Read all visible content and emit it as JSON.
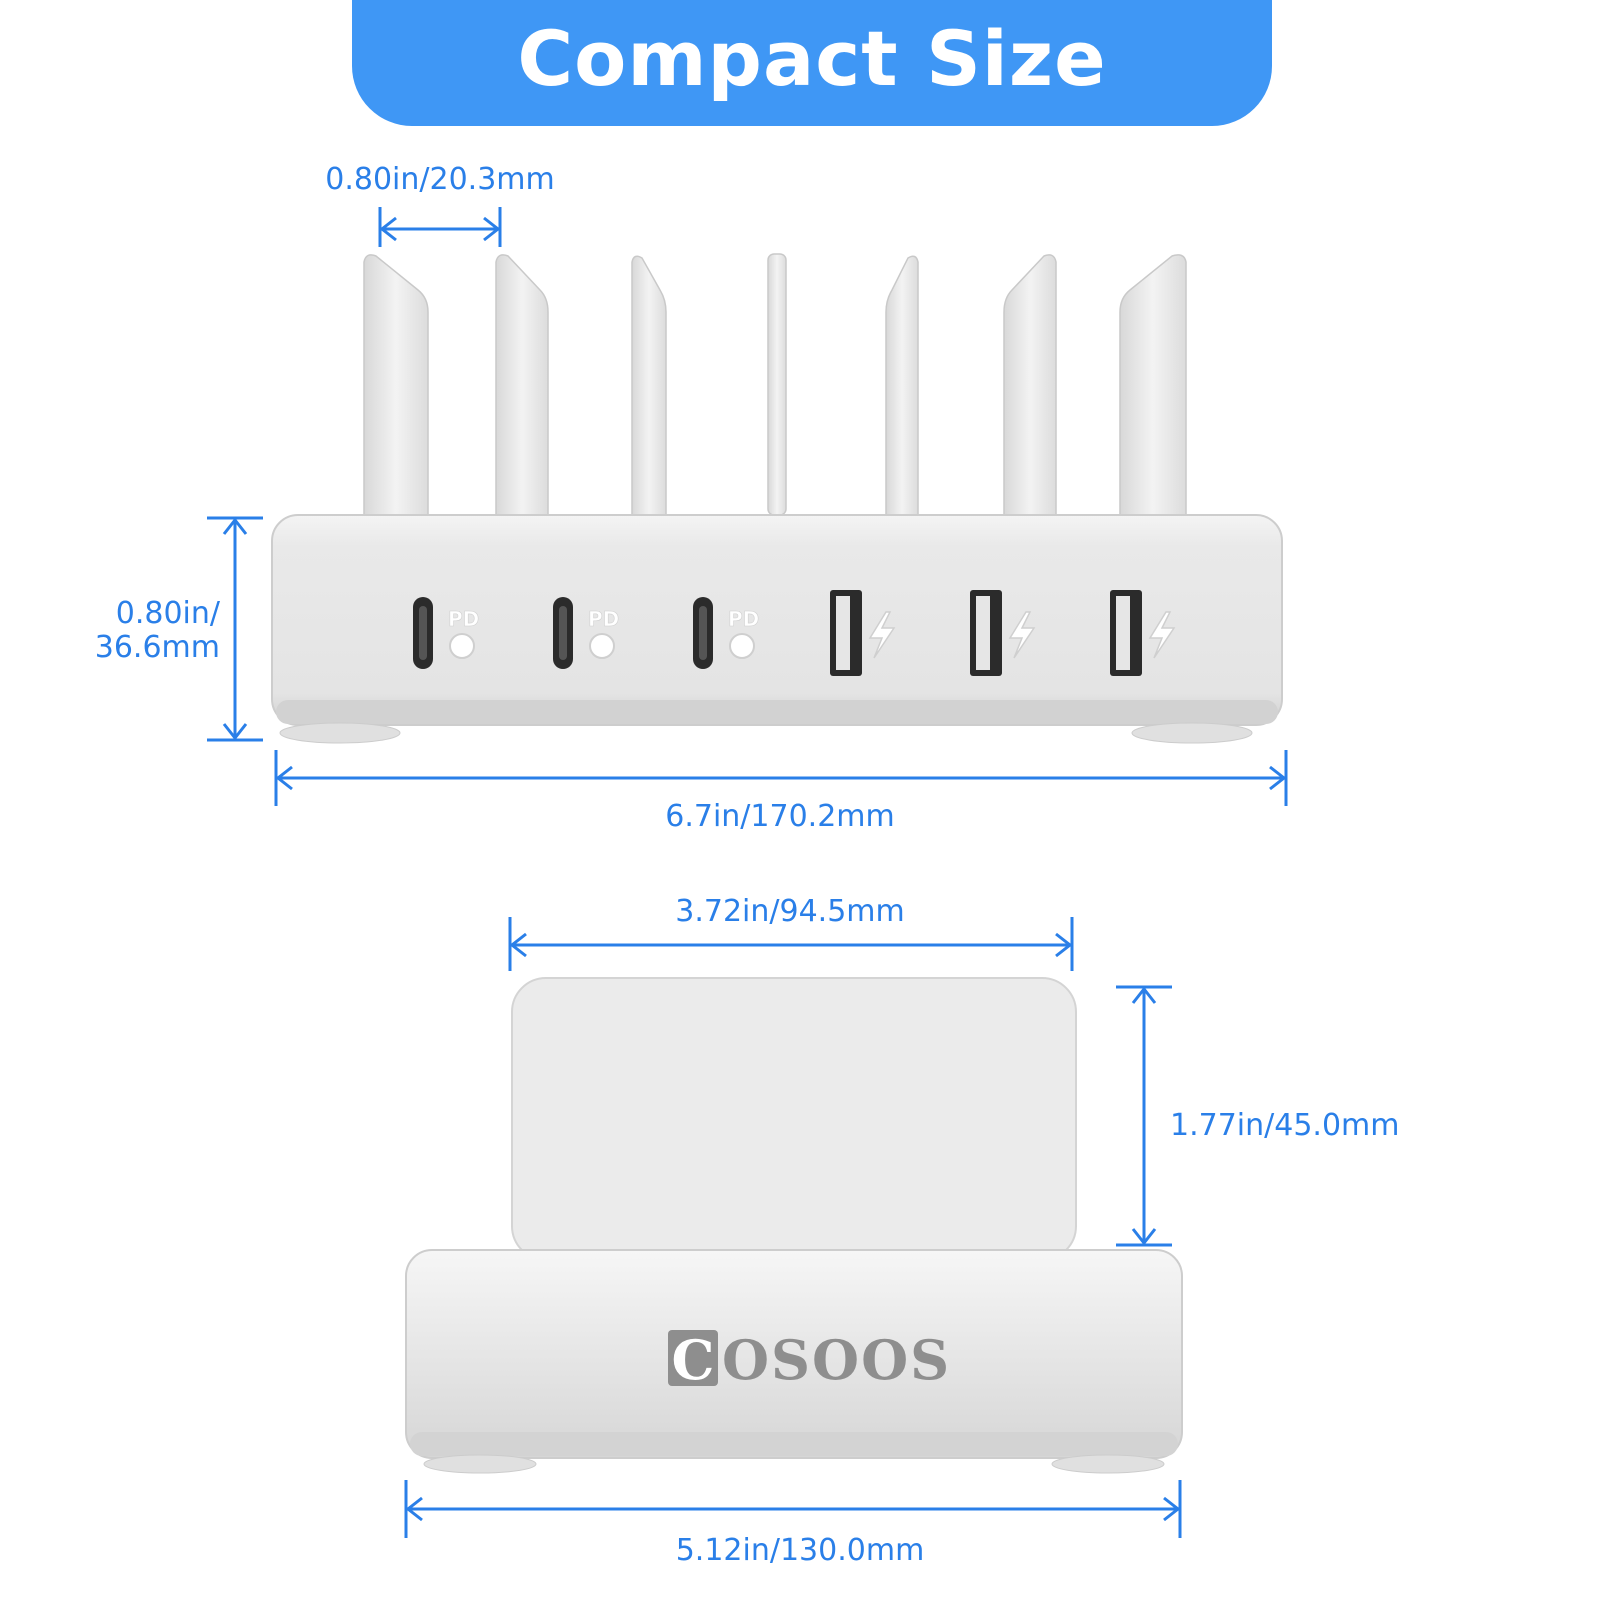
{
  "banner": {
    "title": "Compact Size"
  },
  "dimensions": {
    "slot_gap": "0.80in/20.3mm",
    "base_height_line1": "0.80in/",
    "base_height_line2": "36.6mm",
    "front_width": "6.7in/170.2mm",
    "divider_width": "3.72in/94.5mm",
    "divider_height": "1.77in/45.0mm",
    "side_width": "5.12in/130.0mm"
  },
  "product": {
    "brand": "COSOOS"
  },
  "ports": [
    {
      "type": "usb-c",
      "badge": "PD"
    },
    {
      "type": "usb-c",
      "badge": "PD"
    },
    {
      "type": "usb-c",
      "badge": "PD"
    },
    {
      "type": "usb-a",
      "badge": "lightning-icon"
    },
    {
      "type": "usb-a",
      "badge": "lightning-icon"
    },
    {
      "type": "usb-a",
      "badge": "lightning-icon"
    }
  ],
  "colors": {
    "accent": "#3f97f5",
    "dimension": "#2a7fe8",
    "body": "#e8e8e8"
  }
}
